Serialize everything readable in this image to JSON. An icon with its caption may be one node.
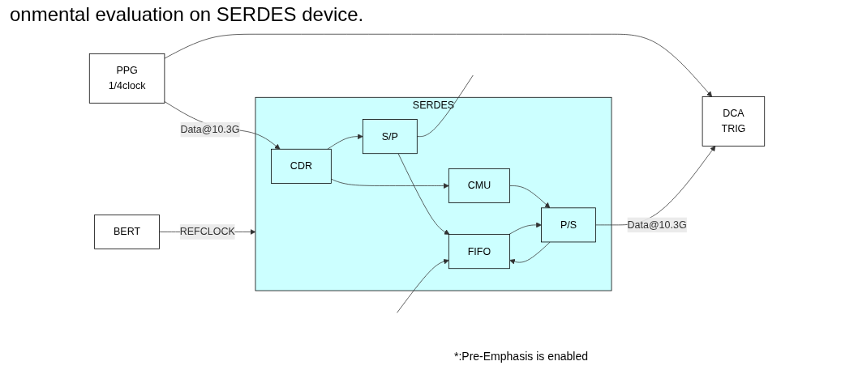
{
  "diagram": {
    "title": "onmental evaluation on SERDES device.",
    "nodes": [
      {
        "text": [
          "BERT"
        ]
      },
      {
        "text": [
          "PPG",
          "1/4clock"
        ]
      },
      {
        "text": [
          "DCA",
          "TRIG"
        ]
      },
      {
        "text": [
          "SERDES"
        ]
      },
      {
        "text": [
          "CDR"
        ],
        "in": 3
      },
      {
        "text": [
          "S/P"
        ],
        "in": 3
      },
      {
        "text": [
          "CMU"
        ],
        "in": 3
      },
      {
        "text": [
          "P/S"
        ],
        "in": 3
      },
      {
        "text": [
          "FIFO"
        ],
        "in": 3
      }
    ],
    "edges": [
      {
        "from": 0,
        "to": 3,
        "arrow": "to",
        "label": "REFCLOCK"
      },
      {
        "from": 1,
        "to": 2,
        "arrow": "to"
      },
      {
        "from": 1,
        "to": 4,
        "arrow": "to",
        "label": "Data@10.3G"
      },
      {
        "from": 4,
        "to": 5,
        "arrow": "to"
      },
      {
        "from": 4,
        "to": 6,
        "arrow": "to"
      },
      {
        "from": 6,
        "to": 7,
        "arrow": "to"
      },
      {
        "from": 5,
        "to": 8,
        "arrow": "to"
      },
      {
        "from": 5,
        "to": null,
        "arrow": "none"
      },
      {
        "from": null,
        "to": 8,
        "arrow": "to"
      },
      {
        "from": 8,
        "to": 7,
        "arrow": "to"
      },
      {
        "from": 7,
        "to": 8,
        "arrow": "to"
      },
      {
        "from": 7,
        "to": 2,
        "arrow": "to",
        "label": "Data@10.3G"
      }
    ],
    "labels": [
      "*:Pre-Emphasis is enabled"
    ]
  }
}
